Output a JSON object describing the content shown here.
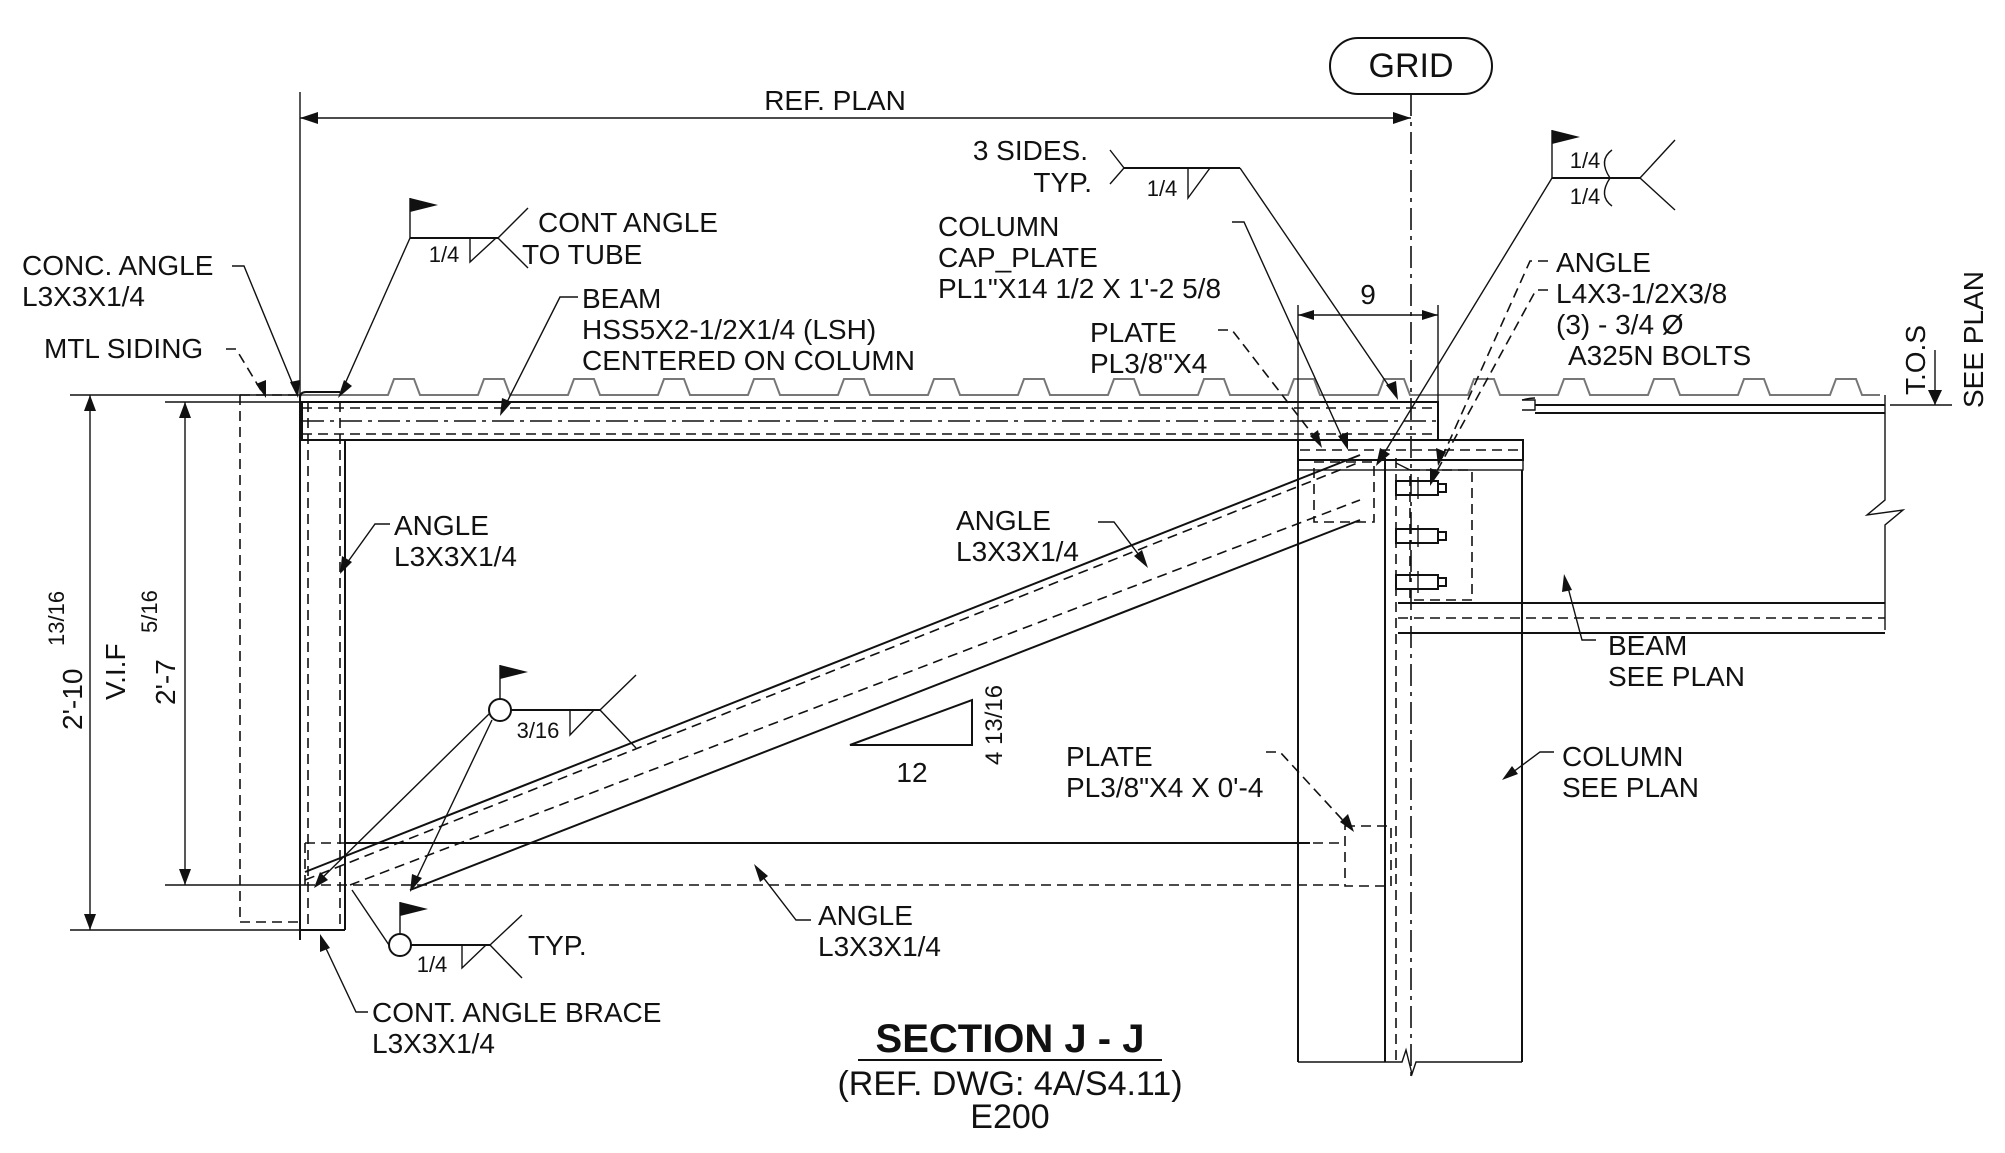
{
  "grid": {
    "label": "GRID"
  },
  "dimensions": {
    "ref_plan": "REF. PLAN",
    "nine": "9",
    "height_outer": "2'-10",
    "height_outer_frac": "13/16",
    "vif": "V.I.F",
    "height_inner": "2'-7",
    "height_inner_frac": "5/16",
    "tos": "T.O.S",
    "see_plan_side": "SEE PLAN"
  },
  "welds": {
    "top_left_size": "1/4",
    "three_sides_line1": "3 SIDES.",
    "three_sides_line2": "TYP.",
    "three_sides_size": "1/4",
    "top_right_size_a": "1/4",
    "top_right_size_b": "1/4",
    "mid_left_size": "3/16",
    "bottom_left_size": "1/4",
    "bottom_typ": "TYP."
  },
  "callouts": {
    "cont_angle_line1": "CONT ANGLE",
    "cont_angle_line2": "TO TUBE",
    "conc_angle_line1": "CONC. ANGLE",
    "conc_angle_line2": "L3X3X1/4",
    "mtl_siding": "MTL SIDING",
    "beam_line1": "BEAM",
    "beam_line2": "HSS5X2-1/2X1/4 (LSH)",
    "beam_line3": "CENTERED ON COLUMN",
    "column_cap_line1": "COLUMN",
    "column_cap_line2": "CAP_PLATE",
    "column_cap_line3": "PL1\"X14 1/2 X 1'-2 5/8",
    "plate_top_line1": "PLATE",
    "plate_top_line2": "PL3/8\"X4",
    "angle_right_line1": "ANGLE",
    "angle_right_line2": "L4X3-1/2X3/8",
    "bolts_line1": "(3) - 3/4 Ø",
    "bolts_line2": "A325N BOLTS",
    "angle_left_line1": "ANGLE",
    "angle_left_line2": "L3X3X1/4",
    "angle_diag_line1": "ANGLE",
    "angle_diag_line2": "L3X3X1/4",
    "slope_rise": "4 13/16",
    "slope_run": "12",
    "plate_bottom_line1": "PLATE",
    "plate_bottom_line2": "PL3/8\"X4 X 0'-4",
    "beam_see_plan_line1": "BEAM",
    "beam_see_plan_line2": "SEE PLAN",
    "column_see_plan_line1": "COLUMN",
    "column_see_plan_line2": "SEE PLAN",
    "angle_bottom_line1": "ANGLE",
    "angle_bottom_line2": "L3X3X1/4",
    "cont_brace_line1": "CONT. ANGLE BRACE",
    "cont_brace_line2": "L3X3X1/4"
  },
  "title_block": {
    "title": "SECTION J - J",
    "reference": "(REF. DWG: 4A/S4.11)",
    "sheet": "E200"
  }
}
